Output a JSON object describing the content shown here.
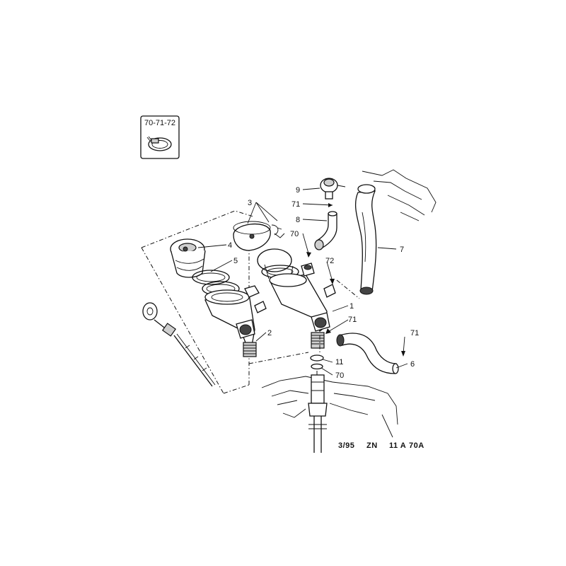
{
  "inset": {
    "label": "70-71-72"
  },
  "callouts": {
    "c1": "1",
    "c2": "2",
    "c3": "3",
    "c4": "4",
    "c5": "5",
    "c6": "6",
    "c7": "7",
    "c8": "8",
    "c9": "9",
    "c11": "11",
    "c70a": "70",
    "c70b": "70",
    "c71a": "71",
    "c71b": "71",
    "c71c": "71",
    "c72": "72"
  },
  "reference": {
    "date": "3/95",
    "zone": "ZN",
    "page": "11 A",
    "plate": "70A"
  }
}
